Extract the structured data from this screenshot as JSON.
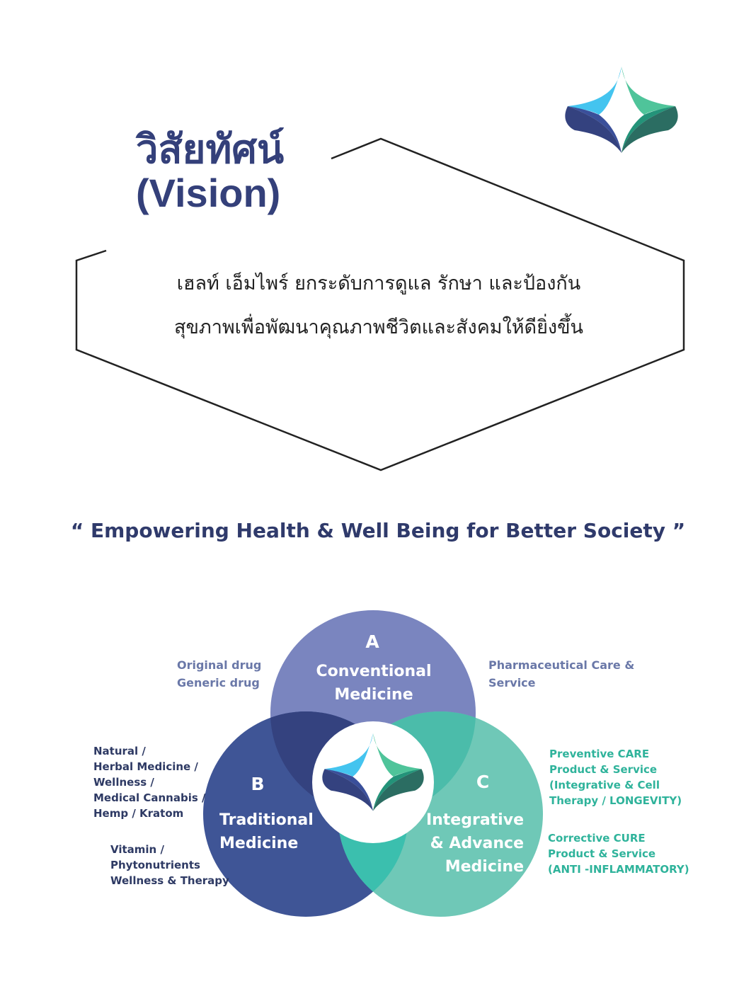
{
  "header": {
    "title_thai": "วิสัยทัศน์",
    "title_en": "(Vision)"
  },
  "vision": {
    "line1": "เฮลท์ เอ็มไพร์ ยกระดับการดูแล รักษา และป้องกัน",
    "line2": "สุขภาพเพื่อพัฒนาคุณภาพชีวิตและสังคมให้ดียิ่งขึ้น"
  },
  "slogan": "“ Empowering Health & Well Being for Better Society ”",
  "colors": {
    "title": "#34407a",
    "circle_a": "#7a85bf",
    "circle_b": "#3f5596",
    "circle_c": "#6fc8b7",
    "overlap_ab": "#34427f",
    "overlap_ac": "#4bbcaa",
    "overlap_bc": "#3bbfae",
    "logo_light_blue": "#44c4ef",
    "logo_green": "#4fc49a",
    "logo_navy": "#3a4f9a",
    "logo_teal": "#239379"
  },
  "diagram": {
    "circles": [
      {
        "letter": "A",
        "name_lines": [
          "Conventional",
          "Medicine"
        ]
      },
      {
        "letter": "B",
        "name_lines": [
          "Traditional",
          "Medicine"
        ]
      },
      {
        "letter": "C",
        "name_lines": [
          "Integrative",
          "& Advance",
          "Medicine"
        ]
      }
    ],
    "notes": {
      "a_left": [
        "Original drug",
        "Generic drug"
      ],
      "a_right": [
        "Pharmaceutical Care &",
        "Service"
      ],
      "b_top": [
        "Natural /",
        "Herbal Medicine /",
        "Wellness /",
        "Medical Cannabis /",
        "Hemp / Kratom"
      ],
      "b_bottom": [
        "Vitamin /",
        "Phytonutrients",
        "Wellness & Therapy"
      ],
      "c_top": [
        "Preventive CARE",
        "Product & Service",
        "(Integrative & Cell",
        "Therapy / LONGEVITY)"
      ],
      "c_bottom": [
        "Corrective CURE",
        "Product & Service",
        "(ANTI -INFLAMMATORY)"
      ]
    }
  },
  "icons": {
    "logo_top": "star-diamond-logo",
    "logo_center": "star-diamond-logo"
  }
}
